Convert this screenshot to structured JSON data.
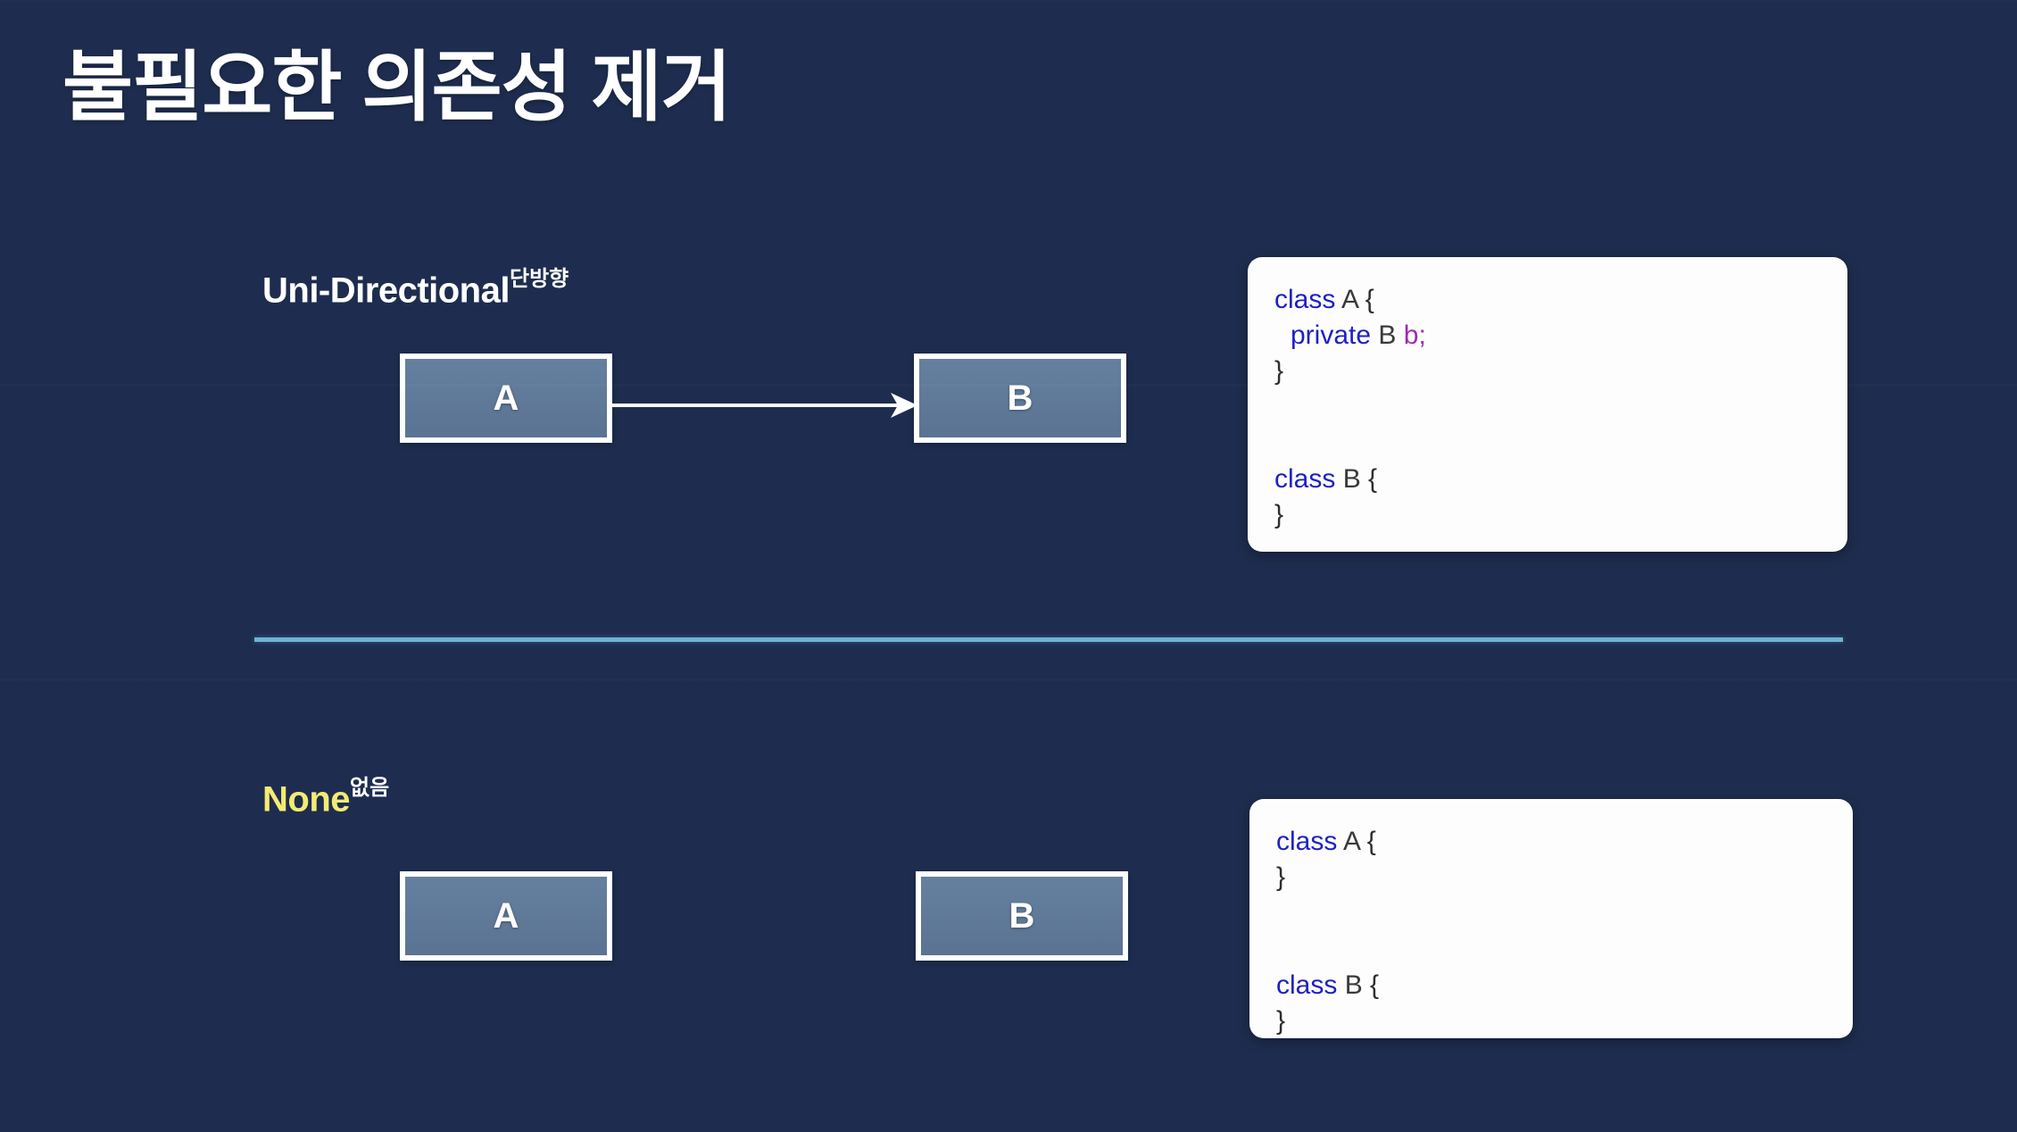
{
  "slide": {
    "title": "불필요한 의존성 제거",
    "background_color": "#1e2d4f",
    "divider_color": "#6fb3d6"
  },
  "sections": [
    {
      "id": "uni-directional",
      "label": "Uni-Directional",
      "ruby": "단방향",
      "label_color": "#ffffff",
      "diagram": {
        "boxes": [
          {
            "name": "A",
            "label": "A"
          },
          {
            "name": "B",
            "label": "B"
          }
        ],
        "arrow": {
          "from": "A",
          "to": "B",
          "direction": "right",
          "color": "#ffffff"
        }
      },
      "code": {
        "lines": [
          {
            "tokens": [
              {
                "t": "class",
                "c": "kw"
              },
              {
                "t": " ",
                "c": "pn"
              },
              {
                "t": "A",
                "c": "type"
              },
              {
                "t": " {",
                "c": "pn"
              }
            ]
          },
          {
            "indent": 1,
            "tokens": [
              {
                "t": "private",
                "c": "kw"
              },
              {
                "t": " ",
                "c": "pn"
              },
              {
                "t": "B",
                "c": "type"
              },
              {
                "t": " ",
                "c": "pn"
              },
              {
                "t": "b",
                "c": "var"
              },
              {
                "t": ";",
                "c": "var"
              }
            ]
          },
          {
            "tokens": [
              {
                "t": "}",
                "c": "pn"
              }
            ]
          },
          {
            "blank": true
          },
          {
            "blank": true
          },
          {
            "tokens": [
              {
                "t": "class",
                "c": "kw"
              },
              {
                "t": " ",
                "c": "pn"
              },
              {
                "t": "B",
                "c": "type"
              },
              {
                "t": " {",
                "c": "pn"
              }
            ]
          },
          {
            "tokens": [
              {
                "t": "}",
                "c": "pn"
              }
            ]
          }
        ]
      }
    },
    {
      "id": "none",
      "label": "None",
      "ruby": "없음",
      "label_color": "#f4eb72",
      "diagram": {
        "boxes": [
          {
            "name": "A",
            "label": "A"
          },
          {
            "name": "B",
            "label": "B"
          }
        ],
        "arrow": null
      },
      "code": {
        "lines": [
          {
            "tokens": [
              {
                "t": "class",
                "c": "kw"
              },
              {
                "t": " ",
                "c": "pn"
              },
              {
                "t": "A",
                "c": "type"
              },
              {
                "t": " {",
                "c": "pn"
              }
            ]
          },
          {
            "tokens": [
              {
                "t": "}",
                "c": "pn"
              }
            ]
          },
          {
            "blank": true
          },
          {
            "blank": true
          },
          {
            "tokens": [
              {
                "t": "class",
                "c": "kw"
              },
              {
                "t": " ",
                "c": "pn"
              },
              {
                "t": "B",
                "c": "type"
              },
              {
                "t": " {",
                "c": "pn"
              }
            ]
          },
          {
            "tokens": [
              {
                "t": "}",
                "c": "pn"
              }
            ]
          }
        ]
      }
    }
  ],
  "palette": {
    "keyword": "#1f21c4",
    "type": "#3a3a3a",
    "variable": "#9c2bb0",
    "box_fill": "#5b7393",
    "box_border": "#ffffff",
    "card_bg": "#fdfdfd"
  }
}
